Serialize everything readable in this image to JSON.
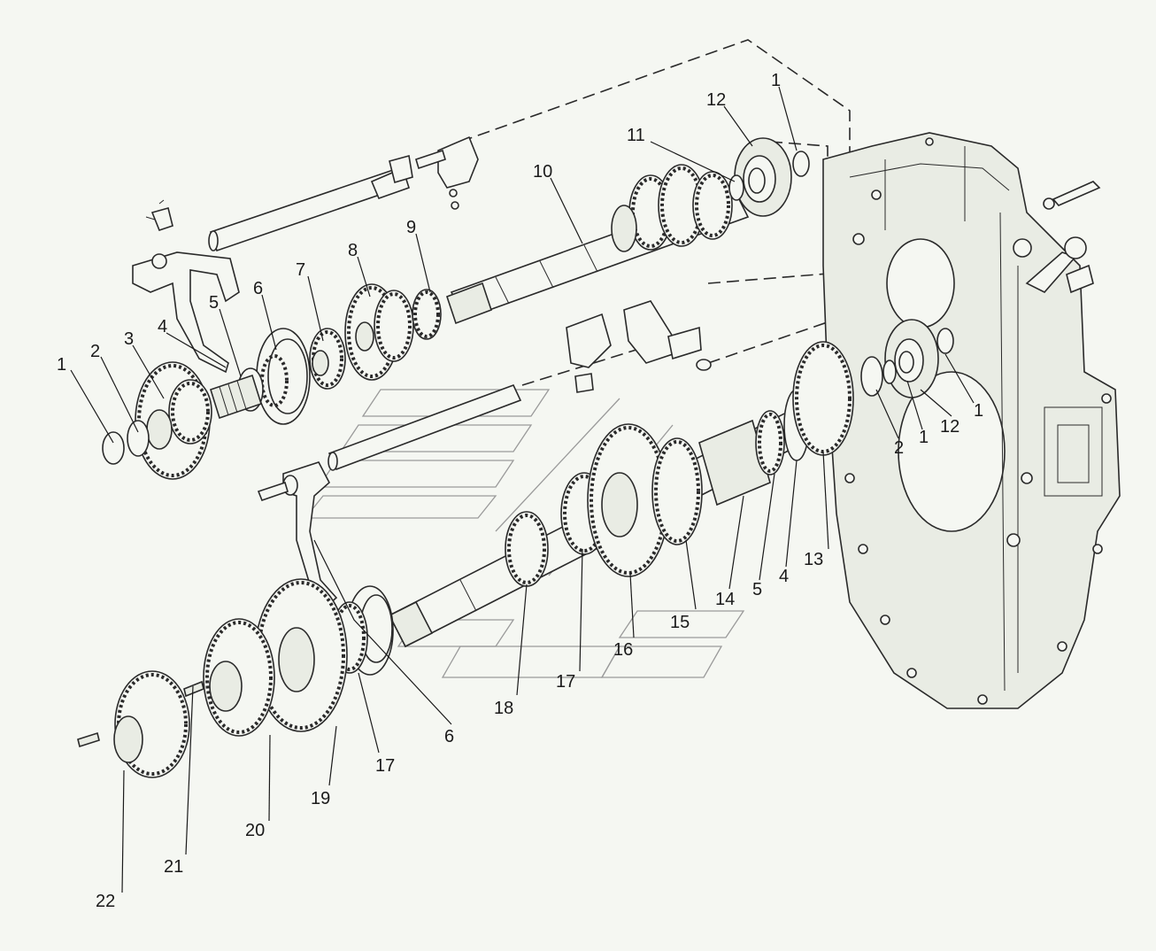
{
  "callouts": [
    {
      "id": "c1a",
      "text": "1"
    },
    {
      "id": "c2a",
      "text": "2"
    },
    {
      "id": "c3",
      "text": "3"
    },
    {
      "id": "c4a",
      "text": "4"
    },
    {
      "id": "c5a",
      "text": "5"
    },
    {
      "id": "c6a",
      "text": "6"
    },
    {
      "id": "c7",
      "text": "7"
    },
    {
      "id": "c8",
      "text": "8"
    },
    {
      "id": "c9",
      "text": "9"
    },
    {
      "id": "c10",
      "text": "10"
    },
    {
      "id": "c11",
      "text": "11"
    },
    {
      "id": "c12a",
      "text": "12"
    },
    {
      "id": "c1b",
      "text": "1"
    },
    {
      "id": "c1c",
      "text": "1"
    },
    {
      "id": "c1d",
      "text": "1"
    },
    {
      "id": "c12b",
      "text": "12"
    },
    {
      "id": "c2b",
      "text": "2"
    },
    {
      "id": "c13",
      "text": "13"
    },
    {
      "id": "c4b",
      "text": "4"
    },
    {
      "id": "c5b",
      "text": "5"
    },
    {
      "id": "c14",
      "text": "14"
    },
    {
      "id": "c15",
      "text": "15"
    },
    {
      "id": "c16",
      "text": "16"
    },
    {
      "id": "c17a",
      "text": "17"
    },
    {
      "id": "c18",
      "text": "18"
    },
    {
      "id": "c6b",
      "text": "6"
    },
    {
      "id": "c17b",
      "text": "17"
    },
    {
      "id": "c19",
      "text": "19"
    },
    {
      "id": "c20",
      "text": "20"
    },
    {
      "id": "c21",
      "text": "21"
    },
    {
      "id": "c22",
      "text": "22"
    }
  ]
}
